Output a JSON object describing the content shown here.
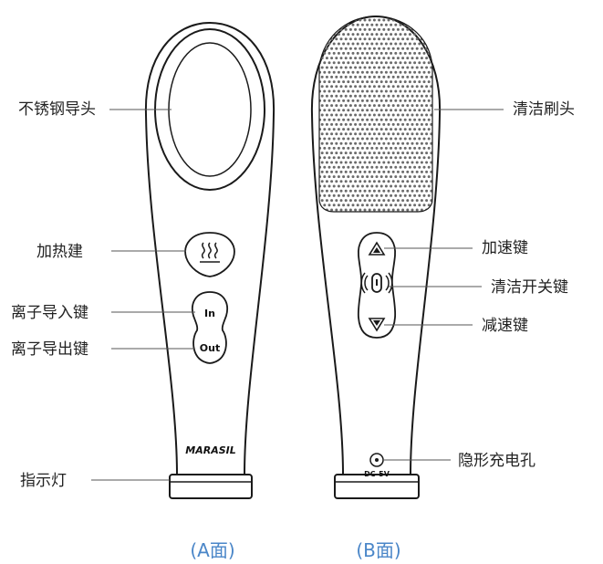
{
  "device_a": {
    "brand": "MARASIL",
    "in_label": "In",
    "out_label": "Out",
    "face_label": "(A面)",
    "callouts": {
      "steel_head": "不锈钢导头",
      "heating": "加热建",
      "ion_in": "离子导入键",
      "ion_out": "离子导出键",
      "indicator": "指示灯"
    }
  },
  "device_b": {
    "port_label": "DC-5V",
    "face_label": "(B面)",
    "callouts": {
      "brush_head": "清洁刷头",
      "speed_up": "加速键",
      "clean_switch": "清洁开关键",
      "speed_down": "减速键",
      "charge_port": "隐形充电孔"
    }
  },
  "icons": {
    "heat": "heat-waves-icon",
    "speed_up": "triangle-up-icon",
    "speed_down": "triangle-down-icon",
    "power": "power-switch-icon",
    "port": "charge-port-icon"
  },
  "colors": {
    "outline": "#1a1a1a",
    "face_label": "#4a86c8"
  }
}
